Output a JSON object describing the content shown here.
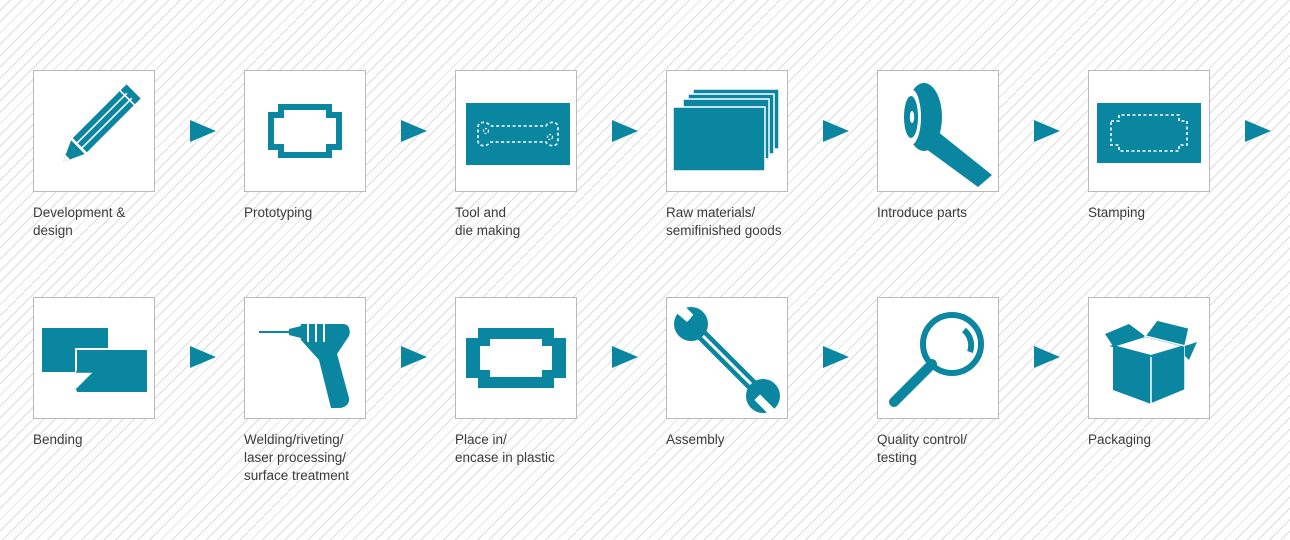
{
  "accent_color": "#0a86a1",
  "rows": [
    [
      {
        "label": "Development &\ndesign",
        "icon": "pencil-icon"
      },
      {
        "label": "Prototyping",
        "icon": "prototype-outline-icon"
      },
      {
        "label": "Tool and\ndie making",
        "icon": "die-plate-icon"
      },
      {
        "label": "Raw materials/\nsemifinished goods",
        "icon": "sheet-stack-icon"
      },
      {
        "label": "Introduce parts",
        "icon": "tape-roll-icon"
      },
      {
        "label": "Stamping",
        "icon": "stamping-plate-icon"
      }
    ],
    [
      {
        "label": "Bending",
        "icon": "bent-sheets-icon"
      },
      {
        "label": "Welding/riveting/\nlaser processing/\nsurface treatment",
        "icon": "welding-gun-icon"
      },
      {
        "label": "Place in/\nencase in plastic",
        "icon": "encased-part-icon"
      },
      {
        "label": "Assembly",
        "icon": "wrench-icon"
      },
      {
        "label": "Quality control/\ntesting",
        "icon": "magnifier-icon"
      },
      {
        "label": "Packaging",
        "icon": "box-icon"
      }
    ]
  ]
}
